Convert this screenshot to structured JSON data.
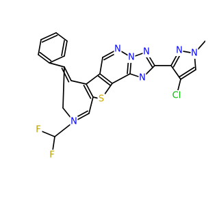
{
  "molecule": {
    "atoms": [
      {
        "label": "N",
        "color": "#0000ff"
      },
      {
        "label": "N",
        "color": "#0000ff"
      },
      {
        "label": "N",
        "color": "#0000ff"
      },
      {
        "label": "N",
        "color": "#0000ff"
      },
      {
        "label": "N",
        "color": "#0000ff"
      },
      {
        "label": "N",
        "color": "#0000ff"
      },
      {
        "label": "N",
        "color": "#0000ff"
      },
      {
        "label": "S",
        "color": "#ccaa00"
      },
      {
        "label": "Cl",
        "color": "#00c000"
      },
      {
        "label": "F",
        "color": "#b9a000"
      },
      {
        "label": "F",
        "color": "#b9a000"
      }
    ],
    "bond_color": "#000000"
  }
}
